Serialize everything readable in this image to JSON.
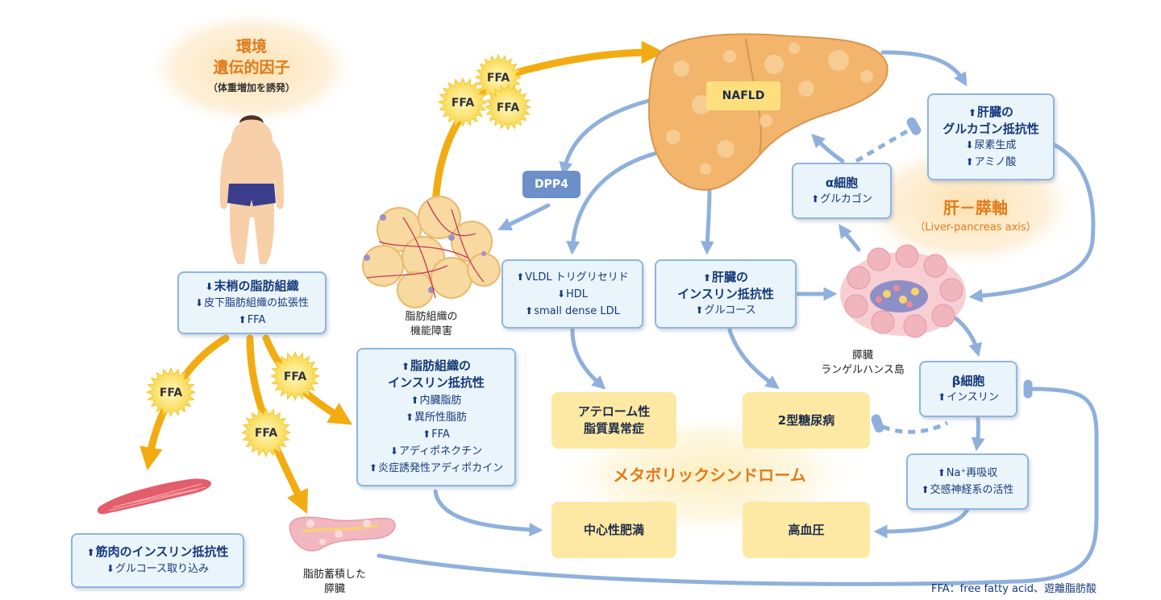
{
  "environment": {
    "line1": "環境",
    "line2": "遺伝的因子",
    "note": "（体重増加を誘発）"
  },
  "peripheral_fat": {
    "title": "末梢の脂肪組織",
    "items": [
      "皮下脂肪組織の拡張性",
      "FFA"
    ]
  },
  "muscle": {
    "title": "筋肉のインスリン抵抗性",
    "items": [
      "グルコース取り込み"
    ]
  },
  "pancreas_fat_label": {
    "line1": "脂肪蓄積した",
    "line2": "膵臓"
  },
  "adipose_label": {
    "line1": "脂肪組織の",
    "line2": "機能障害"
  },
  "adipose_ir": {
    "title1": "脂肪組織の",
    "title2": "インスリン抵抗性",
    "items": [
      "内臓脂肪",
      "異所性脂肪",
      "FFA",
      "アディポネクチン",
      "炎症誘発性アディポカイン"
    ]
  },
  "ffa_label": "FFA",
  "dpp4": "DPP4",
  "nafld": "NAFLD",
  "lipids": {
    "items": [
      "VLDL トリグリセリド",
      "HDL",
      "small dense LDL"
    ]
  },
  "liver_ir": {
    "title1": "肝臓の",
    "title2": "インスリン抵抗性",
    "items": [
      "グルコース"
    ]
  },
  "liver_glucagon": {
    "title1": "肝臓の",
    "title2": "グルカゴン抵抗性",
    "items": [
      "尿素生成",
      "アミノ酸"
    ]
  },
  "alpha_cell": {
    "title": "α細胞",
    "items": [
      "グルカゴン"
    ]
  },
  "axis": {
    "title": "肝－膵軸",
    "subtitle": "（Liver-pancreas axis）"
  },
  "islet_label": {
    "line1": "膵臓",
    "line2": "ランゲルハンス島"
  },
  "beta_cell": {
    "title": "β細胞",
    "items": [
      "インスリン"
    ]
  },
  "sodium": {
    "items": [
      "Na⁺再吸収",
      "交感神経系の活性"
    ]
  },
  "outcomes": {
    "athero1": "アテローム性",
    "athero2": "脂質異常症",
    "diabetes": "2型糖尿病",
    "central_obesity": "中心性肥満",
    "hypertension": "高血圧"
  },
  "metabolic_syndrome": "メタボリックシンドローム",
  "footnote": "FFA：free fatty acid、遊離脂肪酸",
  "colors": {
    "orange": "#f2ac12",
    "blue_arrow": "#8fb0dc",
    "box_fill": "#eaf4fb",
    "yellow": "#fde9a3",
    "accent": "#e07b1a"
  }
}
